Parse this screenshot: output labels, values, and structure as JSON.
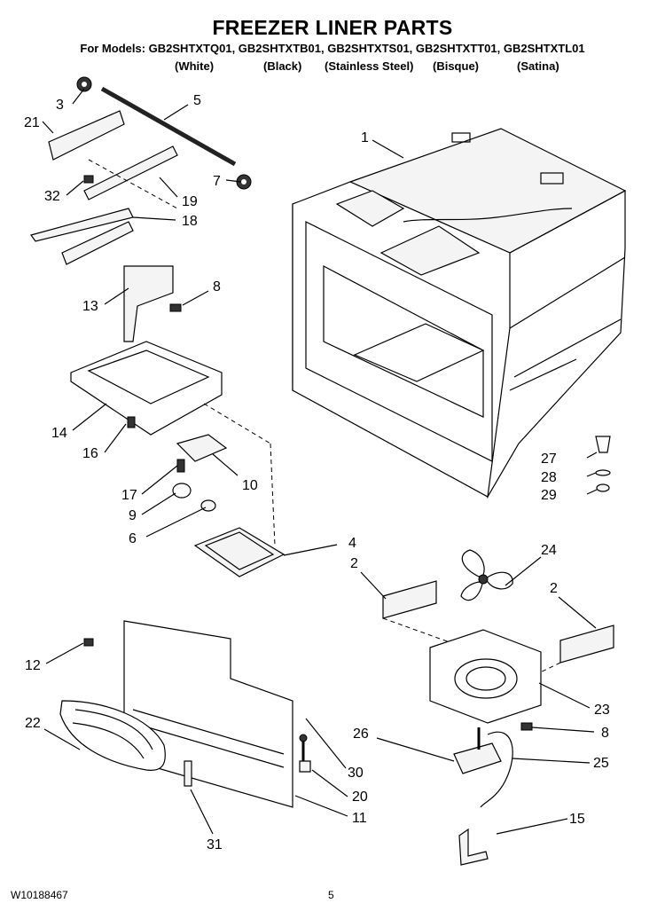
{
  "header": {
    "title": "FREEZER LINER PARTS",
    "models_line": "For Models: GB2SHTXTQ01, GB2SHTXTB01, GB2SHTXTS01, GB2SHTXTT01, GB2SHTXTL01",
    "variants": [
      "(White)",
      "(Black)",
      "(Stainless Steel)",
      "(Bisque)",
      "(Satina)"
    ]
  },
  "callouts": {
    "c1": "1",
    "c2a": "2",
    "c2b": "2",
    "c3": "3",
    "c4": "4",
    "c5": "5",
    "c6": "6",
    "c7": "7",
    "c8a": "8",
    "c8b": "8",
    "c9": "9",
    "c10": "10",
    "c11": "11",
    "c12": "12",
    "c13": "13",
    "c14": "14",
    "c15": "15",
    "c16": "16",
    "c17": "17",
    "c18": "18",
    "c19": "19",
    "c20": "20",
    "c21": "21",
    "c22": "22",
    "c23": "23",
    "c24": "24",
    "c25": "25",
    "c26": "26",
    "c27": "27",
    "c28": "28",
    "c29": "29",
    "c30": "30",
    "c31": "31",
    "c32": "32"
  },
  "footer": {
    "doc_number": "W10188467",
    "page_number": "5"
  }
}
